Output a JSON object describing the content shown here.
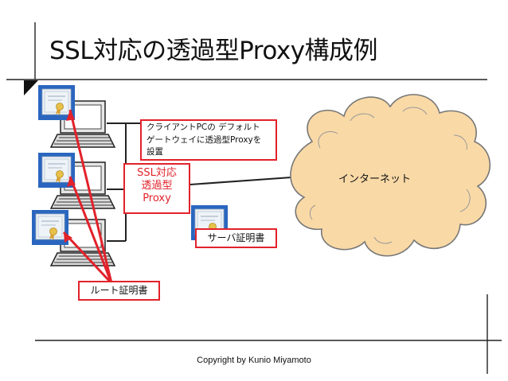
{
  "title": "SSL対応の透過型Proxy構成例",
  "note": {
    "lines": [
      "クライアントPCの デフォルト",
      "ゲートウェイに透過型Proxyを",
      "設置"
    ]
  },
  "proxy": {
    "lines": [
      "SSL対応",
      "透過型",
      "Proxy"
    ]
  },
  "server_cert_label": "サーバ証明書",
  "root_cert_label": "ルート証明書",
  "internet_label": "インターネット",
  "footer": "Copyright by Kunio Miyamoto",
  "colors": {
    "accent_red": "#e2222b",
    "certificate_blue": "#2a66bf",
    "cloud_fill": "#f9d9a6",
    "cloud_border": "#777777"
  },
  "icons": [
    "laptop-icon",
    "certificate-icon",
    "cloud-icon"
  ]
}
